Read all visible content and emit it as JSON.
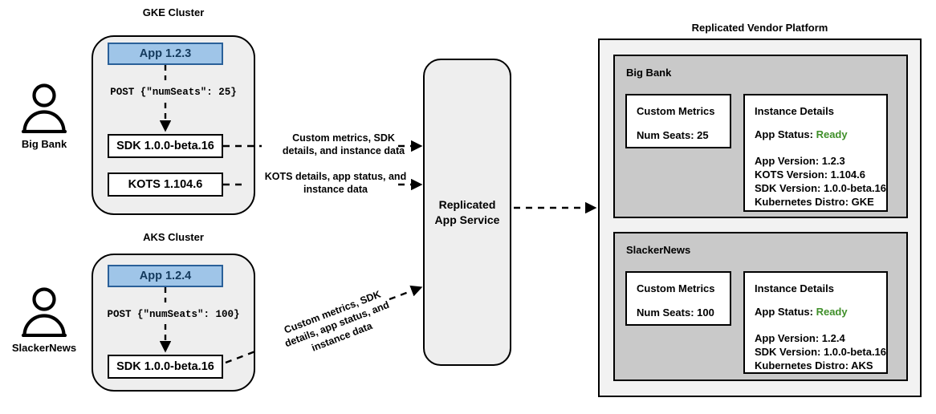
{
  "clusters": [
    {
      "title": "GKE Cluster",
      "actor": {
        "label": "Big Bank",
        "icon": "person-icon"
      },
      "app": {
        "label": "App 1.2.3"
      },
      "post": "POST {\"numSeats\": 25}",
      "components": [
        {
          "label": "SDK 1.0.0-beta.16"
        },
        {
          "label": "KOTS 1.104.6"
        }
      ]
    },
    {
      "title": "AKS Cluster",
      "actor": {
        "label": "SlackerNews",
        "icon": "person-icon"
      },
      "app": {
        "label": "App 1.2.4"
      },
      "post": "POST {\"numSeats\": 100}",
      "components": [
        {
          "label": "SDK 1.0.0-beta.16"
        }
      ]
    }
  ],
  "service": {
    "line1": "Replicated",
    "line2": "App Service"
  },
  "edge_labels": {
    "sdk_gke_line1": "Custom metrics, SDK",
    "sdk_gke_line2": "details, and instance data",
    "kots_gke_line1": "KOTS details, app status, and",
    "kots_gke_line2": "instance data",
    "sdk_aks_line1": "Custom metrics, SDK",
    "sdk_aks_line2": "details, app status, and",
    "sdk_aks_line3": "instance data"
  },
  "platform": {
    "title": "Replicated Vendor Platform",
    "customers": [
      {
        "name": "Big Bank",
        "metrics": {
          "title": "Custom Metrics",
          "lines": [
            "Num Seats: 25"
          ]
        },
        "instance": {
          "title": "Instance Details",
          "status_label": "App Status:",
          "status_value": "Ready",
          "lines": [
            "App Version: 1.2.3",
            "KOTS Version: 1.104.6",
            "SDK Version: 1.0.0-beta.16",
            "Kubernetes Distro: GKE"
          ]
        }
      },
      {
        "name": "SlackerNews",
        "metrics": {
          "title": "Custom Metrics",
          "lines": [
            "Num Seats: 100"
          ]
        },
        "instance": {
          "title": "Instance Details",
          "status_label": "App Status:",
          "status_value": "Ready",
          "lines": [
            "App Version: 1.2.4",
            "SDK Version: 1.0.0-beta.16",
            "Kubernetes Distro: AKS"
          ]
        }
      }
    ]
  },
  "colors": {
    "app_fill": "#9fc5e8",
    "app_border": "#2a6099",
    "app_text": "#13395c",
    "cluster_fill": "#eeeeee",
    "platform_fill": "#f2f2f2",
    "customer_fill": "#c9c9c9",
    "status_ready": "#3f8f29",
    "stroke": "#000000"
  }
}
